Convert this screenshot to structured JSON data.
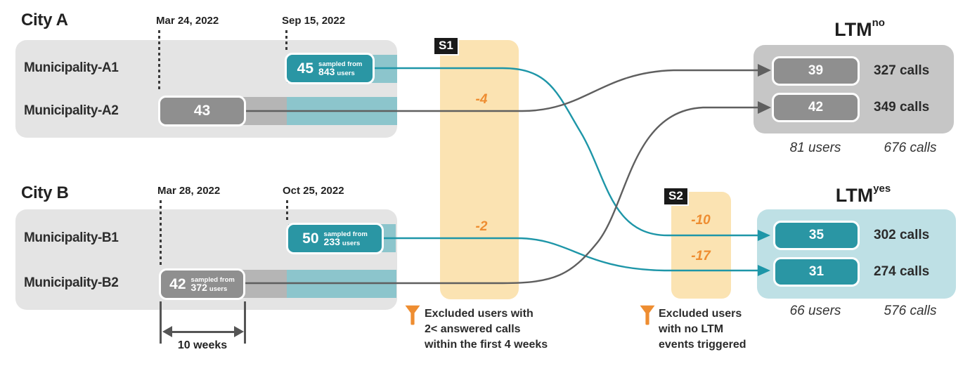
{
  "colors": {
    "teal_badge": "#2A96A4",
    "teal_bar": "#8CC5CC",
    "teal_panel": "#BEE0E5",
    "teal_line": "#1E96A8",
    "gray_badge": "#8F8F8F",
    "gray_bar": "#B5B5B5",
    "gray_panel_light": "#E4E4E4",
    "gray_panel_dark": "#C6C6C6",
    "gray_line": "#5F5F5F",
    "yellow_band": "#FBE3B2",
    "orange": "#EE8D31",
    "label_black": "#1A1A1A"
  },
  "city_a": {
    "title": "City A",
    "start_date": "Mar 24, 2022",
    "end_date": "Sep 15, 2022",
    "rows": [
      {
        "label": "Municipality-A1",
        "count": "45",
        "sampled_prefix": "sampled from",
        "sampled_count": "843",
        "sampled_unit": "users"
      },
      {
        "label": "Municipality-A2",
        "count": "43"
      }
    ]
  },
  "city_b": {
    "title": "City B",
    "start_date": "Mar 28, 2022",
    "end_date": "Oct 25, 2022",
    "duration": "10 weeks",
    "rows": [
      {
        "label": "Municipality-B1",
        "count": "50",
        "sampled_prefix": "sampled from",
        "sampled_count": "233",
        "sampled_unit": "users"
      },
      {
        "label": "Municipality-B2",
        "count": "42",
        "sampled_prefix": "sampled from",
        "sampled_count": "372",
        "sampled_unit": "users"
      }
    ]
  },
  "s1": {
    "label": "S1",
    "loss_top": "-4",
    "loss_bottom": "-2",
    "caption": [
      "Excluded users with",
      "2< answered calls",
      "within the first 4 weeks"
    ]
  },
  "s2": {
    "label": "S2",
    "loss_top": "-10",
    "loss_bottom": "-17",
    "caption": [
      "Excluded users",
      "with no LTM",
      "events triggered"
    ]
  },
  "ltm_no": {
    "title": "LTM",
    "superscript": "no",
    "rows": [
      {
        "count": "39",
        "calls": "327 calls"
      },
      {
        "count": "42",
        "calls": "349 calls"
      }
    ],
    "total_users": "81 users",
    "total_calls": "676 calls"
  },
  "ltm_yes": {
    "title": "LTM",
    "superscript": "yes",
    "rows": [
      {
        "count": "35",
        "calls": "302 calls"
      },
      {
        "count": "31",
        "calls": "274 calls"
      }
    ],
    "total_users": "66 users",
    "total_calls": "576 calls"
  }
}
